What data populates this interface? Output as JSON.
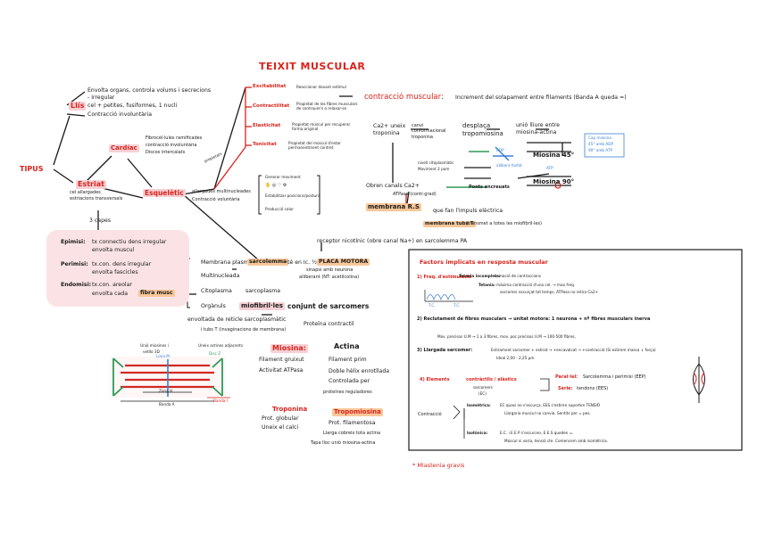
{
  "title": "TEIXIT MUSCULAR",
  "tipus": "TIPUS",
  "llis": {
    "name": "Llís",
    "desc1": "Envolta organs, controla volums i secrecions",
    "desc2": "- irregular",
    "desc3": "cel + petites, fusiformes, 1 nucli",
    "desc4": "Contracció involuntària"
  },
  "cardiac": {
    "name": "Cardíac",
    "d1": "Fibrocèl·lules ramificades",
    "d2": "contracció involuntària",
    "d3": "Discos intercalats"
  },
  "estriat": {
    "name": "Estriat",
    "d1": "cel allargades",
    "d2": "estriacions transversals"
  },
  "esqueletic": {
    "name": "Esquelètic",
    "d1": "allargades multinucleades",
    "d2": "Contracció voluntària",
    "prop": "propietats"
  },
  "propietats": [
    {
      "name": "Excitabilitat",
      "desc": "Reaccionar davant estímul"
    },
    {
      "name": "Contractilitat",
      "desc": "Propietat de les fibres musculars de contraure's o relaxar-se"
    },
    {
      "name": "Elasticitat",
      "desc": "Propietat múscul per recuperar forma original"
    },
    {
      "name": "Tonicitat",
      "desc": "Propietat del múscul d'estar permanentment contret"
    }
  ],
  "moviment": {
    "l1": "Generar moviment",
    "l2": "Estabilitzar posicions/postura",
    "l3": "Producció calor"
  },
  "capes": {
    "label": "3 capes",
    "epi": "Epimisi:",
    "epi_d1": "tx connectiu dens irregular",
    "epi_d2": "envolta muscul",
    "peri": "Perimisi:",
    "peri_d1": "tx.con. dens irregular",
    "peri_d2": "envolta fascicles",
    "endo": "Endomisi:",
    "endo_d1": "tx.con. areolar",
    "endo_d2": "envolta cada",
    "endo_d3": "fibra musc"
  },
  "fibra": {
    "receptor": "receptor nicotínic (obre canal Na+) en sarcolemma PA",
    "plasm": "Membrana plasmàtica",
    "sarcolemma": "sarcolemma",
    "te": "té en Ic. ½",
    "placa": "PLACA MOTORA",
    "sinapsi": "sinapsi amb neurona",
    "alliberant": "alliberant (NT: acetilcolina)",
    "multi": "Multinucleada",
    "cito": "Citoplasma",
    "sarcoplasma": "sarcoplasma",
    "organuls": "Orgànuls",
    "miofibril": "miofibril·les",
    "conjunt": "conjunt de sarcomers",
    "envoltada": "envoltada de reticle sarcoplasmàtic",
    "tubs": "i tubs T (invaginacions de membrana)",
    "proteines": "Proteïna contractil"
  },
  "contraccio": {
    "label": "contracció muscular:",
    "desc": "Increment del solapament entre filaments (Banda A queda =)",
    "ca_troponina": "Ca2+ uneix troponina",
    "canvi": "canvi conformacional troponina",
    "desplaça": "desplaça tropomiosina",
    "unio": "unió lliure entre miosina-actina",
    "miosina45": "Miosina 45°",
    "miosina90": "Miosina 90°",
    "obren": "Obren canals Ca2+",
    "atpasa": "ATPasa (contr.grad)",
    "membrana_rs": "membrana R.S",
    "impuls": "que fan l'impuls elèctrica",
    "membrana_tubs": "membrana tubs T",
    "transmet": "(transmet a totes les miofibril·les)",
    "adp": "ADP",
    "atp": "ATP",
    "ponts": "Ponts encreuats",
    "allibera": "allibera fosfat",
    "nivell": "nivell citoplasmàtic",
    "moviment": "Moviment 2 pom",
    "box_note_1": "Cap miosina",
    "box_note_2": "45° amb ADP",
    "box_note_3": "90° amb ATP"
  },
  "sarcomer": {
    "line1": "Unió miosines i",
    "line2": "vetllo 3D",
    "liniaM": "Línia M",
    "discZ": "Disc Z",
    "zonaH": "Zona H",
    "bandaA": "Banda A",
    "bandaI": "Banda I",
    "uneix": "Uneix actines adjacents"
  },
  "miosina": {
    "name": "Miosina:",
    "d1": "Filament gruixut",
    "d2": "Activitat ATPasa"
  },
  "actina": {
    "name": "Actina",
    "d1": "Filament prim",
    "d2": "Doble hèlix enrotllada",
    "d3": "Controlada per",
    "d4": "proteïnes reguladores"
  },
  "troponina": {
    "name": "Troponina",
    "d1": "Prot. globular",
    "d2": "Uneix el calci"
  },
  "tropomiosina": {
    "name": "Tropomiosina",
    "d1": "Prot. filamentosa",
    "d2": "Llarga cobreix tota actina",
    "d3": "Tapa lloc unió miosina-actina"
  },
  "factors": {
    "title": "Factors implicats en resposta muscular",
    "f1": "1) Freq. d'estimulació",
    "f1a": "Tetania incompleta:",
    "f1a_d": "sumació de contraccions",
    "f1b": "Tetania:",
    "f1b_d": "màxima contracció d'una cel. → max freq.",
    "f1b_d2": "sarcomer escurçat tot temps, ATPasa no retira Ca2+",
    "f2": "2) Reclutament de fibres musculars → unitat motora: 1 neurona + nº fibres musculars inerva",
    "f2_d": "Mov. precisos  U.M → 1 a 3 fibres,   mov. poc precisos  U.M → 100-500 fibres,",
    "f3": "3) Llargada sarcomer:",
    "f3_d": "Estirament sarcomer + estirat → +encavalcat → +contracció  (Si estirem massa  ↓ força)",
    "f3_ideal": "Ideal 2,00 - 2,25 μm",
    "f4": "4) Elements",
    "contractils": "contràctils / elàstics",
    "sarcomers": "sarcomers",
    "ec": "(EC)",
    "paralel": "Paral·lel:",
    "paralel_d": "Sarcolemma i perimisi (EEP)",
    "serie": "Sèrie:",
    "serie_d": "tendons (EES)",
    "contraccio": "Contracció",
    "isometrica": "Isomètrica:",
    "iso_d1": "EC quasi no s'escurça, EES s'estiren suporten TENSIÓ",
    "iso_d2": "Llargaria muscul no canvia. Sentits per = pes.",
    "isotonica": "Isotònica:",
    "isot_d1": "E.C. i E.E.P s'escurcen, E.E.S queden =.",
    "isot_d2": "Múscul si varia, tensió cte. Comencem amb isomètrica.",
    "tc1": "T.C.",
    "tc2": "T.C."
  },
  "miastenia": "* Miastenia gravis"
}
